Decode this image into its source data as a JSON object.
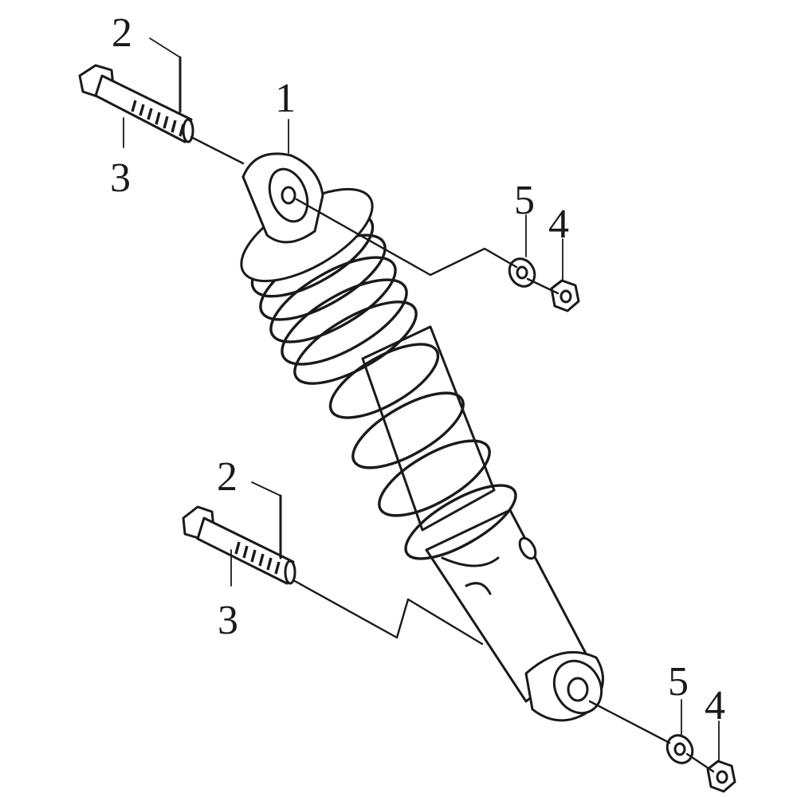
{
  "callouts": {
    "shock_absorber": "1",
    "washer_top": "2",
    "washer_bottom": "2",
    "bolt_top": "3",
    "bolt_bottom": "3",
    "nut_top": "4",
    "nut_bottom": "4",
    "lockwasher_top": "5",
    "lockwasher_bottom": "5"
  },
  "colors": {
    "ink": "#1a1a1a",
    "paper": "#ffffff"
  }
}
